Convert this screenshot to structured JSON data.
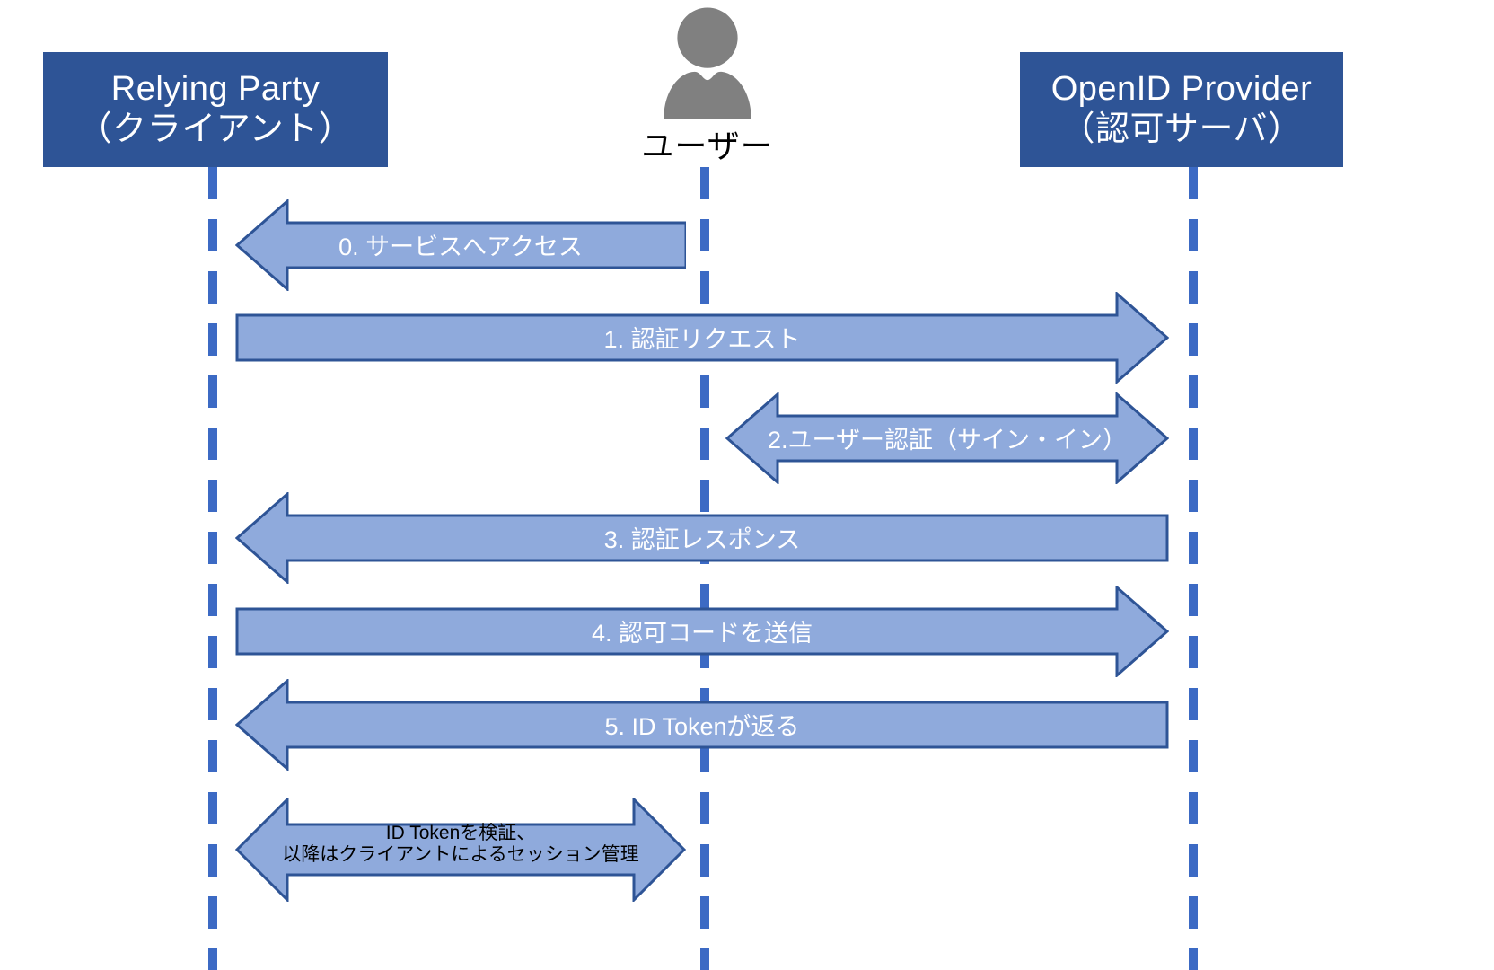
{
  "diagram": {
    "type": "sequence-diagram",
    "title": "OpenID Connect Authorization Code Flow",
    "colors": {
      "actor_box_fill": "#2E5496",
      "actor_box_text": "#FFFFFF",
      "lifeline": "#3C6AC4",
      "arrow_fill": "#8FAADC",
      "arrow_stroke": "#2E5496",
      "arrow_text": "#FFFFFF",
      "arrow_text_dark": "#000000",
      "user_icon": "#808080",
      "background": "#FFFFFF"
    }
  },
  "actors": [
    {
      "id": "relying-party",
      "line1": "Relying Party",
      "line2": "（クライアント）",
      "kind": "box"
    },
    {
      "id": "user",
      "label": "ユーザー",
      "icon": "user-person-icon",
      "kind": "icon"
    },
    {
      "id": "openid-provider",
      "line1": "OpenID Provider",
      "line2": "（認可サーバ）",
      "kind": "box"
    }
  ],
  "messages": [
    {
      "id": "msg-0",
      "step": "0",
      "label": "0. サービスへアクセス",
      "from": "user",
      "to": "relying-party",
      "direction": "left",
      "text_color": "white"
    },
    {
      "id": "msg-1",
      "step": "1",
      "label": "1. 認証リクエスト",
      "from": "relying-party",
      "to": "openid-provider",
      "direction": "right",
      "text_color": "white"
    },
    {
      "id": "msg-2",
      "step": "2",
      "label": "2.ユーザー認証（サイン・イン）",
      "from": "user",
      "to": "openid-provider",
      "direction": "both",
      "text_color": "white"
    },
    {
      "id": "msg-3",
      "step": "3",
      "label": "3. 認証レスポンス",
      "from": "openid-provider",
      "to": "relying-party",
      "direction": "left",
      "text_color": "white"
    },
    {
      "id": "msg-4",
      "step": "4",
      "label": "4. 認可コードを送信",
      "from": "relying-party",
      "to": "openid-provider",
      "direction": "right",
      "text_color": "white"
    },
    {
      "id": "msg-5",
      "step": "5",
      "label": "5. ID Tokenが返る",
      "from": "openid-provider",
      "to": "relying-party",
      "direction": "left",
      "text_color": "white"
    },
    {
      "id": "msg-6",
      "step": "",
      "label_line1": "ID Tokenを検証、",
      "label_line2": "以降はクライアントによるセッション管理",
      "from": "relying-party",
      "to": "user",
      "direction": "both",
      "text_color": "black"
    }
  ]
}
